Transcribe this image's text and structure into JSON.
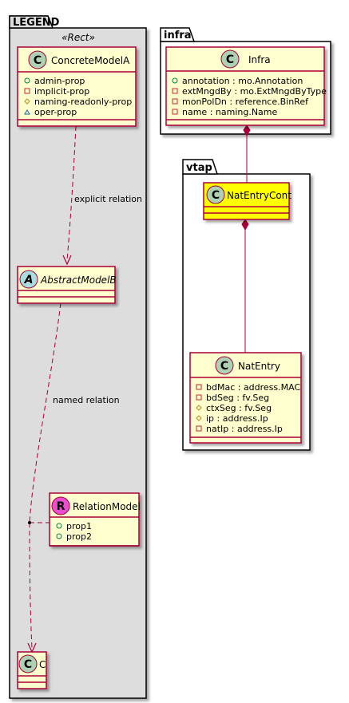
{
  "packages": {
    "legend": {
      "name": "LEGEND",
      "stereotype": "«Rect»"
    },
    "infra": {
      "name": "infra"
    },
    "vtap": {
      "name": "vtap"
    }
  },
  "classes": {
    "concrete_model_a": {
      "circle_letter": "C",
      "name": "ConcreteModelA",
      "attributes": [
        {
          "symbol": "circle-open",
          "text": "admin-prop"
        },
        {
          "symbol": "square-open",
          "text": "implicit-prop"
        },
        {
          "symbol": "diamond-open",
          "text": "naming-readonly-prop"
        },
        {
          "symbol": "triangle-open",
          "text": "oper-prop"
        }
      ]
    },
    "abstract_model_b": {
      "circle_letter": "A",
      "name": "AbstractModelB"
    },
    "relation_model": {
      "circle_letter": "R",
      "name": "RelationModel",
      "attributes": [
        {
          "symbol": "circle-open",
          "text": "prop1"
        },
        {
          "symbol": "circle-open",
          "text": "prop2"
        }
      ]
    },
    "c": {
      "circle_letter": "C",
      "name": "C"
    },
    "infra": {
      "circle_letter": "C",
      "name": "Infra",
      "attributes": [
        {
          "symbol": "circle-open",
          "text": "annotation : mo.Annotation"
        },
        {
          "symbol": "square-open",
          "text": "extMngdBy : mo.ExtMngdByType"
        },
        {
          "symbol": "square-open",
          "text": "monPolDn : reference.BinRef"
        },
        {
          "symbol": "square-open",
          "text": "name : naming.Name"
        }
      ]
    },
    "nat_entry_cont": {
      "circle_letter": "C",
      "name": "NatEntryCont"
    },
    "nat_entry": {
      "circle_letter": "C",
      "name": "NatEntry",
      "attributes": [
        {
          "symbol": "square-open",
          "text": "bdMac : address.MAC"
        },
        {
          "symbol": "square-open",
          "text": "bdSeg : fv.Seg"
        },
        {
          "symbol": "diamond-open",
          "text": "ctxSeg : fv.Seg"
        },
        {
          "symbol": "diamond-open",
          "text": "ip : address.Ip"
        },
        {
          "symbol": "square-open",
          "text": "natIp : address.Ip"
        }
      ]
    }
  },
  "relations": {
    "explicit": {
      "label": "explicit relation"
    },
    "named": {
      "label": "named relation"
    }
  },
  "colors": {
    "class_fill": "#FEFECE",
    "class_border": "#A80036",
    "package_fill_legend": "#DDDDDD",
    "package_fill": "#FFFFFF",
    "highlight_fill": "#FFFF00",
    "circle_class": "#ADD1B2",
    "circle_abstract": "#A9DCDF",
    "circle_relation": "#EB4DCF",
    "line": "#A80036"
  }
}
